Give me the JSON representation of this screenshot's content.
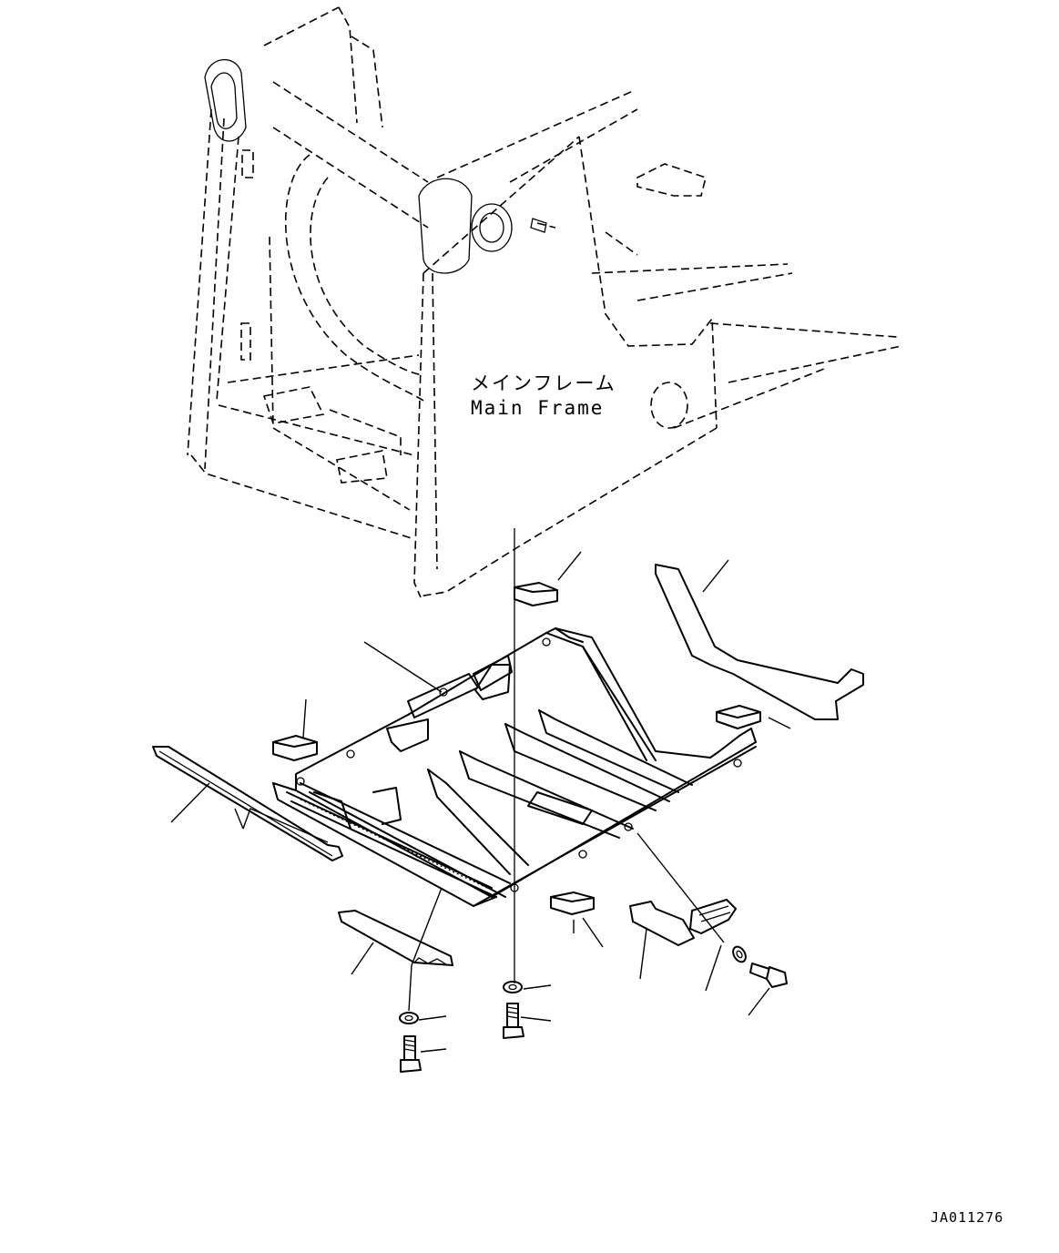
{
  "drawing": {
    "label_jp": "メインフレーム",
    "label_en": "Main Frame",
    "drawing_code": "JA011276"
  }
}
